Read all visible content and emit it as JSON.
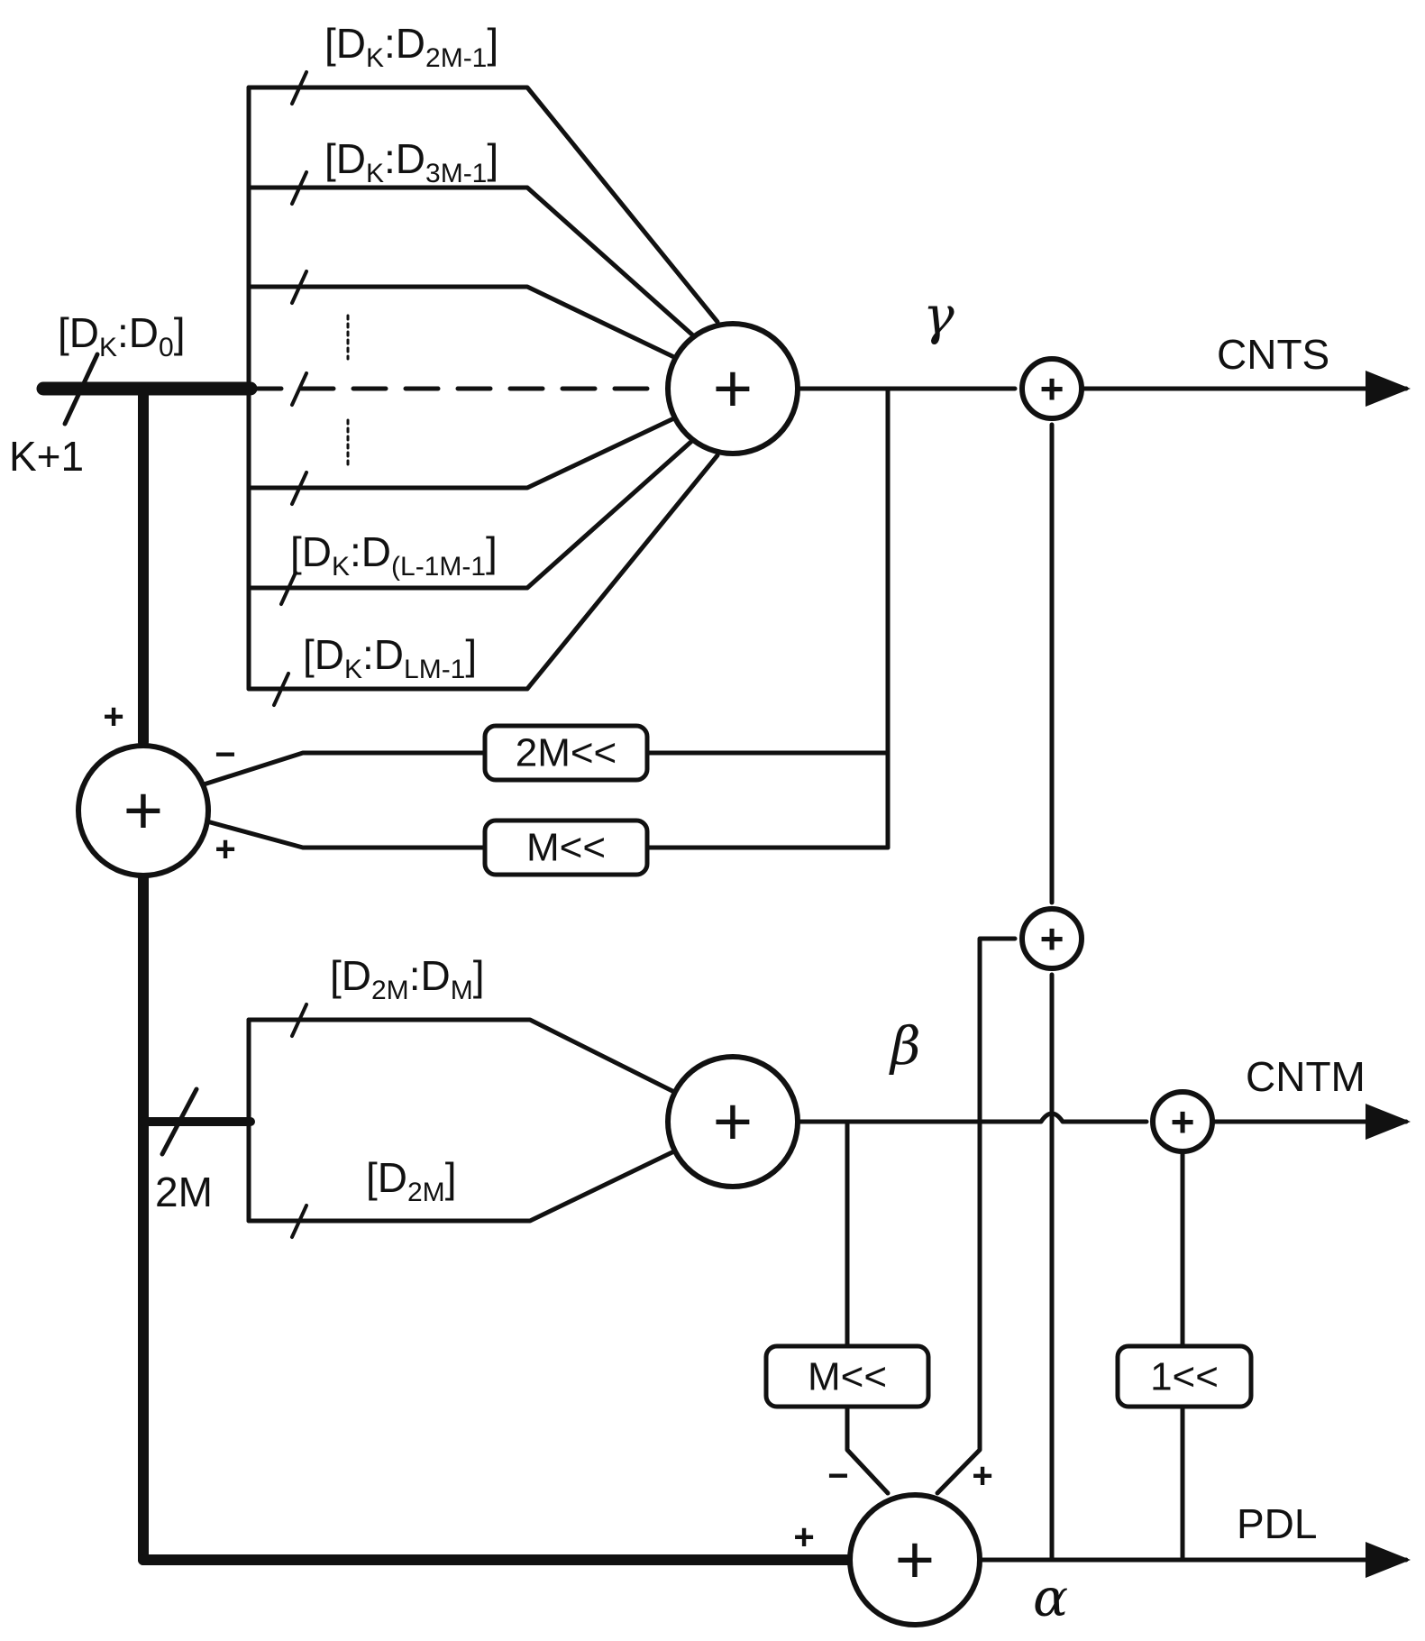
{
  "labels": {
    "bus_in": {
      "main": "[D",
      "sub1": "K",
      "mid": ":D",
      "sub2": "0",
      "end": "]"
    },
    "width_in": "K+1",
    "tap1": {
      "main": "[D",
      "sub1": "K",
      "mid": ":D",
      "sub2": "2M-1",
      "end": "]"
    },
    "tap2": {
      "main": "[D",
      "sub1": "K",
      "mid": ":D",
      "sub2": "3M-1",
      "end": "]"
    },
    "tap_l1": {
      "main": "[D",
      "sub1": "K",
      "mid": ":D",
      "sub2": "(L-1M-1",
      "end": "]"
    },
    "tap_l": {
      "main": "[D",
      "sub1": "K",
      "mid": ":D",
      "sub2": "LM-1",
      "end": "]"
    },
    "tap_2m": {
      "main": "[D",
      "sub1": "2M",
      "mid": ":D",
      "sub2": "M",
      "end": "]"
    },
    "tap_d2m": {
      "main": "[D",
      "sub1": "2M",
      "end": "]"
    },
    "width_2m": "2M",
    "gamma": "γ",
    "beta": "β",
    "alpha": "α",
    "out_cnts": "CNTS",
    "out_cntm": "CNTM",
    "out_pdl": "PDL"
  },
  "boxes": {
    "shift_2m": "2M<<",
    "shift_m_upper": "M<<",
    "shift_m_lower": "M<<",
    "shift_1": "1<<"
  },
  "signs": {
    "plus": "+",
    "minus": "−"
  },
  "colors": {
    "stroke": "#111111",
    "background": "#ffffff"
  }
}
